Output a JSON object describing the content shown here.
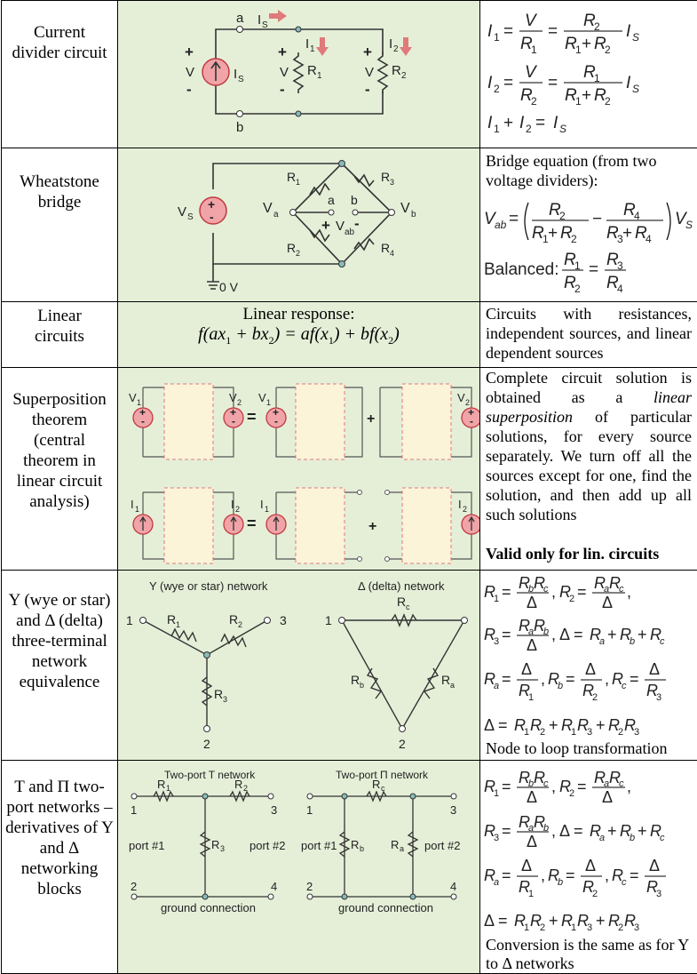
{
  "rows": [
    {
      "name": "Current divider circuit",
      "fig_labels": {
        "a": "a",
        "b": "b",
        "is": "I",
        "is_sub": "S",
        "i1": "I",
        "i1_sub": "1",
        "i2": "I",
        "i2_sub": "2",
        "v": "V",
        "r1": "R",
        "r1_sub": "1",
        "r2": "R",
        "r2_sub": "2",
        "plus": "+",
        "minus": "-"
      },
      "eq_lines": [
        "I1 = V/R1 = R2/(R1+R2) IS",
        "I2 = V/R2 = R1/(R1+R2) IS",
        "I1 + I2 = IS"
      ]
    },
    {
      "name": "Wheatstone bridge",
      "fig_labels": {
        "vs": "V",
        "vs_sub": "S",
        "va": "V",
        "va_sub": "a",
        "vb": "V",
        "vb_sub": "b",
        "vab": "V",
        "vab_sub": "ab",
        "a": "a",
        "b": "b",
        "r1": "R",
        "r2": "R",
        "r3": "R",
        "r4": "R",
        "zero": "0 V"
      },
      "text": "Bridge equation (from two voltage dividers):",
      "balanced": "Balanced:"
    },
    {
      "name": "Linear circuits",
      "fig_title": "Linear response:",
      "text": "Circuits with resistances, independent sources, and linear dependent sources"
    },
    {
      "name": "Superposition theorem (central theorem in linear circuit analysis)",
      "fig_labels": {
        "v1": "V",
        "v2": "V",
        "i1": "I",
        "i2": "I",
        "eq": "=",
        "plus": "+"
      },
      "text_pre": "Complete circuit solution is obtained as a ",
      "text_em": "linear superposition",
      "text_post": " of particular solutions, for every source separately. We turn off all the sources except for one, find the solution, and then add up all such solutions",
      "note": "Valid only for lin. circuits"
    },
    {
      "name": "Y (wye or star) and Δ (delta) three-terminal network equivalence",
      "fig_labels": {
        "y_title": "Y (wye or star) network",
        "d_title": "Δ (delta) network",
        "n1": "1",
        "n2": "2",
        "n3": "3",
        "r1": "R",
        "r2": "R",
        "r3": "R",
        "ra": "R",
        "rb": "R",
        "rc": "R"
      },
      "footer": "Node to loop transformation"
    },
    {
      "name": "T and Π two-port networks – derivatives of Y and Δ networking blocks",
      "fig_labels": {
        "t_title": "Two-port T network",
        "p_title": "Two-port Π network",
        "port1": "port #1",
        "port2": "port #2",
        "gnd": "ground connection",
        "n1": "1",
        "n2": "2",
        "n3": "3",
        "n4": "4"
      },
      "footer": "Conversion is the same as for Y to Δ networks"
    }
  ],
  "colors": {
    "figure_bg": "#e5efd8",
    "source_fill": "#f0a4a8",
    "source_stroke": "#c0393f",
    "box_fill": "#fbf4d9",
    "box_stroke": "#e07a7a",
    "arrow": "#e07a7a"
  }
}
